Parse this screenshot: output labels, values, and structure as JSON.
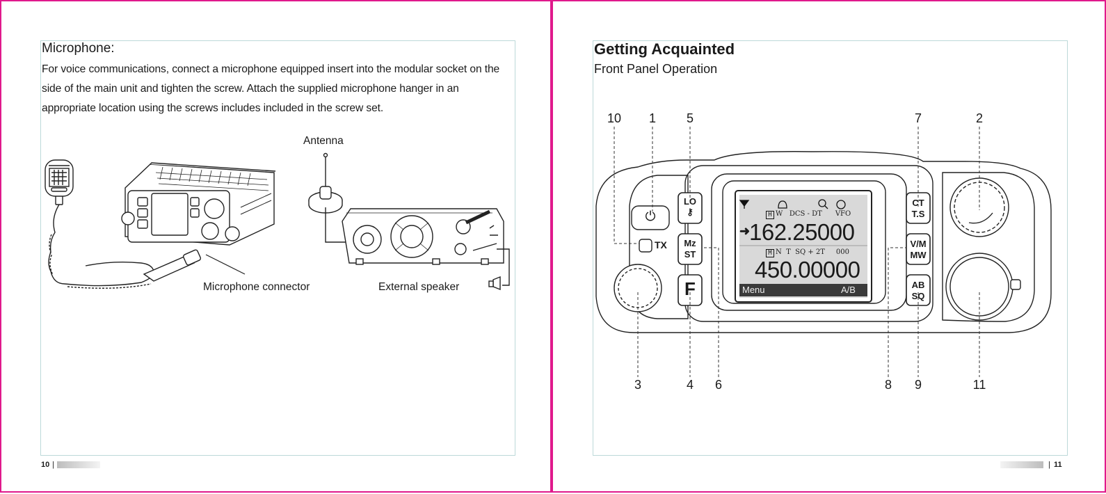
{
  "left_page": {
    "heading": "Microphone:",
    "body": "For voice communications, connect a microphone equipped insert into the modular socket on the side of the main unit and tighten the screw. Attach the supplied microphone hanger in an appropriate location using the screws includes included in the screw set.",
    "labels": {
      "antenna": "Antenna",
      "mic_connector": "Microphone connector",
      "external_speaker": "External speaker"
    },
    "page_number": "10"
  },
  "right_page": {
    "heading": "Getting Acquainted",
    "subheading": "Front Panel Operation",
    "callouts": [
      "10",
      "1",
      "5",
      "7",
      "2",
      "3",
      "4",
      "6",
      "8",
      "9",
      "11"
    ],
    "buttons": {
      "lo": "LO",
      "mz": "Mz",
      "st": "ST",
      "f": "F",
      "ct": "CT",
      "ts": "T.S",
      "vm": "V/M",
      "mw": "MW",
      "ab": "AB",
      "sq": "SQ",
      "tx": "TX",
      "power": "⏻"
    },
    "display": {
      "row1_status": "W   DCS - DT      VFO",
      "row1_badge": "H",
      "freq_a": "162.25000",
      "row2_status": "N  T  SQ + 2T     000",
      "row2_badge": "M",
      "freq_b": "450.00000",
      "softkey_left": "Menu",
      "softkey_right": "A/B"
    },
    "page_number": "11"
  },
  "colors": {
    "sheet_border": "#e0198c",
    "frame_border": "#bcd9d9",
    "lcd_background": "#d9d9d9"
  }
}
